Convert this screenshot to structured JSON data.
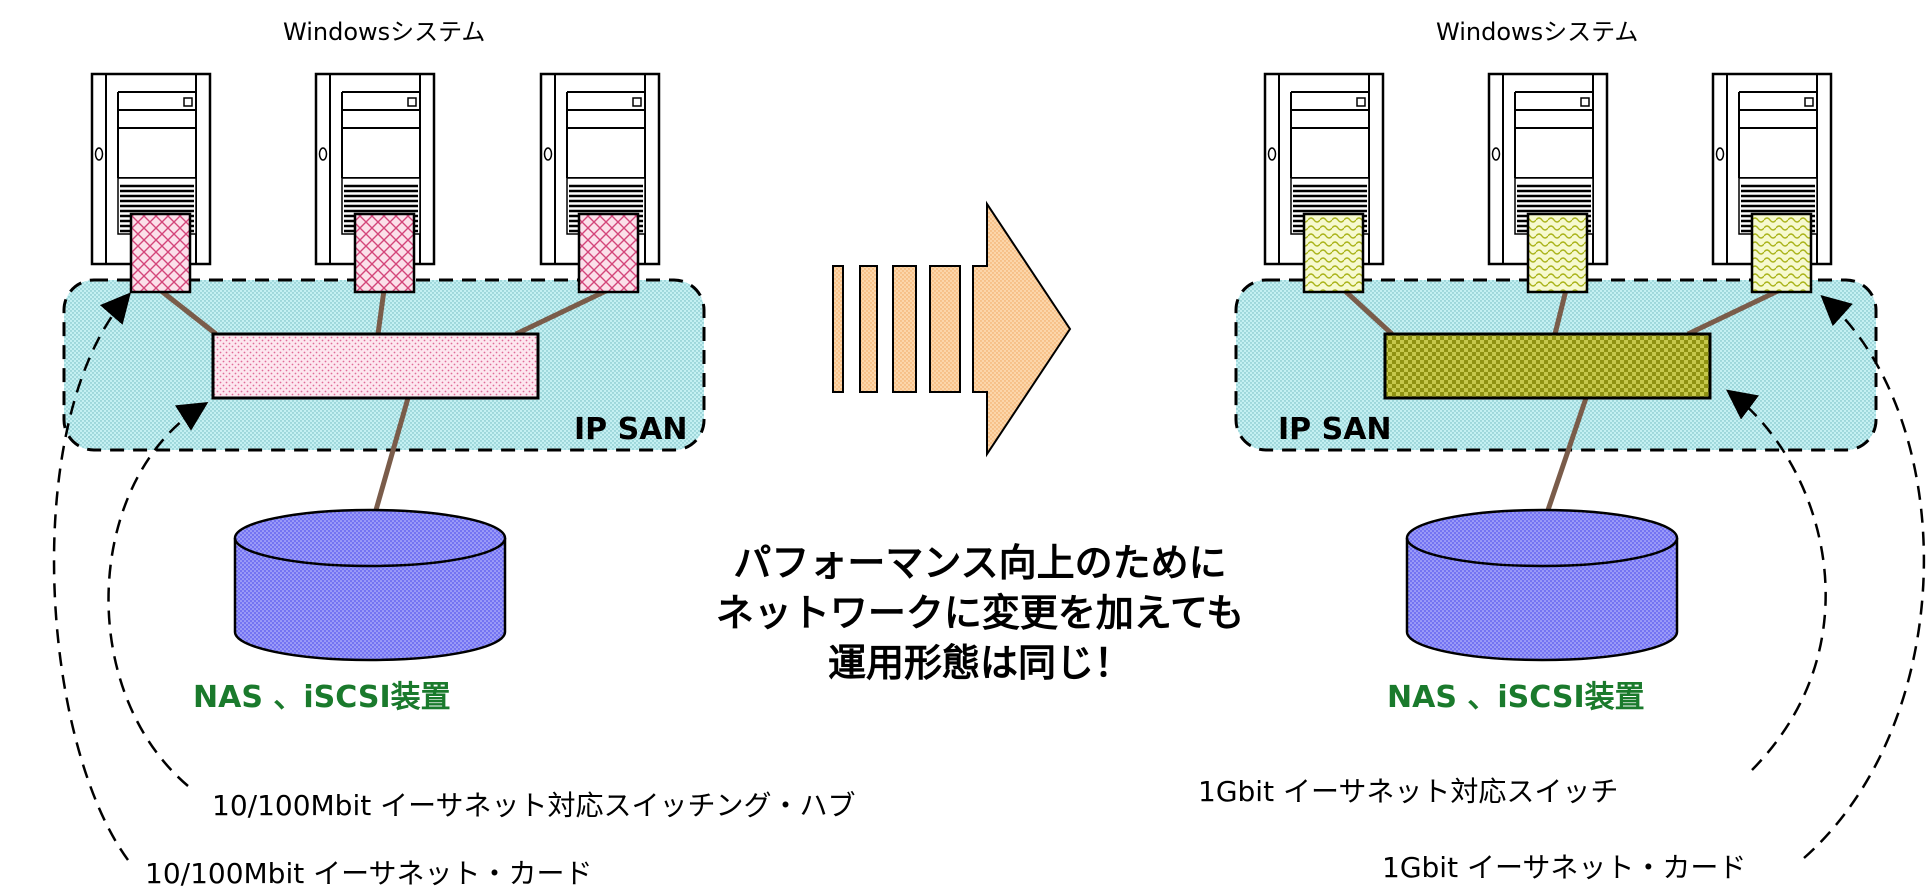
{
  "left": {
    "system_title": "Windowsシステム",
    "san_label": "IP SAN",
    "device_label": "NAS 、iSCSI装置",
    "hub_note": "10/100Mbit イーサネット対応スイッチング・ハブ",
    "card_note": "10/100Mbit イーサネット・カード"
  },
  "right": {
    "system_title": "Windowsシステム",
    "san_label": "IP SAN",
    "device_label": "NAS 、iSCSI装置",
    "switch_note": "1Gbit イーサネット対応スイッチ",
    "card_note": "1Gbit イーサネット・カード"
  },
  "center_message": {
    "line1": "パフォーマンス向上のために",
    "line2": "ネットワークに変更を加えても",
    "line3": "運用形態は同じ！"
  },
  "colors": {
    "san_fill": "#bfeef0",
    "left_nic": "#f6b4cc",
    "left_hub": "#fbd3e0",
    "right_nic": "#ecf2a8",
    "right_switch": "#b5b81f",
    "storage": "#6f6ff0",
    "arrow": "#fccf9f",
    "link": "#7a5c4a",
    "device_label": "#1a7a2c"
  }
}
